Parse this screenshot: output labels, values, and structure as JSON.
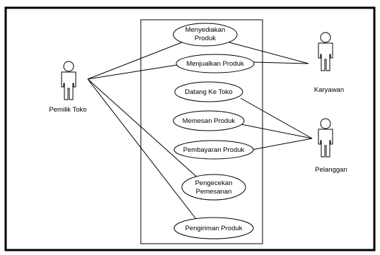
{
  "actors": {
    "owner": {
      "label": "Pemilik Toko",
      "icon": "actor-stick-figure-icon"
    },
    "employee": {
      "label": "Karyawan",
      "icon": "actor-stick-figure-icon"
    },
    "customer": {
      "label": "Pelanggan",
      "icon": "actor-stick-figure-icon"
    }
  },
  "use_cases": [
    {
      "lines": [
        "Menyediakan",
        "Produk"
      ]
    },
    {
      "lines": [
        "Menjualkan Produk"
      ]
    },
    {
      "lines": [
        "Datang Ke Toko"
      ]
    },
    {
      "lines": [
        "Memesan Produk"
      ]
    },
    {
      "lines": [
        "Pembayaran Produk"
      ]
    },
    {
      "lines": [
        "Pengecekan",
        "Pemesanan"
      ]
    },
    {
      "lines": [
        "Pengiriman Produk"
      ]
    }
  ],
  "colors": {
    "stroke": "#000000",
    "background": "#ffffff"
  }
}
